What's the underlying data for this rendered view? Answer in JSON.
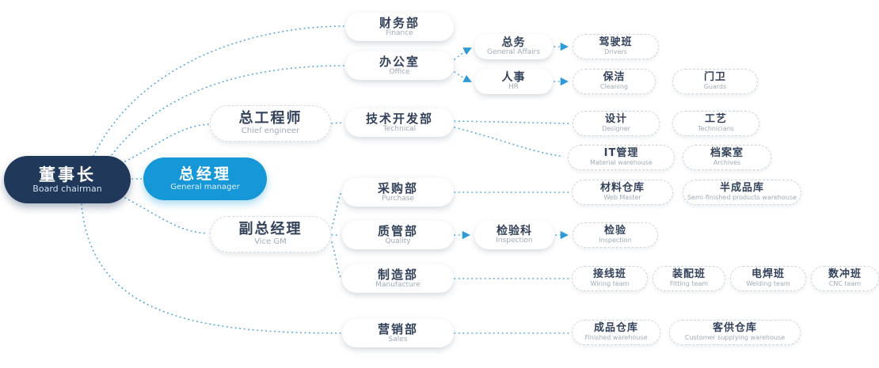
{
  "colors": {
    "root_node_bg": "#20395a",
    "gm_node_bg": "#1697d8",
    "connector_blue": "#46a4da",
    "title_text": "#33425b",
    "subtitle_text": "#9fabb7",
    "node_bg": "#ffffff"
  },
  "nodes": {
    "chairman": {
      "title": "董事长",
      "subtitle": "Board chairman"
    },
    "gm": {
      "title": "总经理",
      "subtitle": "General manager"
    },
    "chief_engineer": {
      "title": "总工程师",
      "subtitle": "Chief engineer"
    },
    "vice_gm": {
      "title": "副总经理",
      "subtitle": "Vice GM"
    },
    "finance": {
      "title": "财务部",
      "subtitle": "Finance"
    },
    "office": {
      "title": "办公室",
      "subtitle": "Office"
    },
    "technical": {
      "title": "技术开发部",
      "subtitle": "Technical"
    },
    "purchase": {
      "title": "采购部",
      "subtitle": "Purchase"
    },
    "quality": {
      "title": "质管部",
      "subtitle": "Quality"
    },
    "manufacture": {
      "title": "制造部",
      "subtitle": "Manufacture"
    },
    "sales": {
      "title": "营销部",
      "subtitle": "Sales"
    },
    "general_affairs": {
      "title": "总务",
      "subtitle": "General Affairs"
    },
    "hr": {
      "title": "人事",
      "subtitle": "HR"
    },
    "inspection_dept": {
      "title": "检验科",
      "subtitle": "Inspection"
    },
    "drivers": {
      "title": "驾驶班",
      "subtitle": "Drivers"
    },
    "cleaning": {
      "title": "保洁",
      "subtitle": "Cleaning"
    },
    "guards": {
      "title": "门卫",
      "subtitle": "Guards"
    },
    "designer": {
      "title": "设计",
      "subtitle": "Designer"
    },
    "technicians": {
      "title": "工艺",
      "subtitle": "Technicians"
    },
    "it_admin": {
      "title": "IT管理",
      "subtitle": "Material warehouse"
    },
    "archives": {
      "title": "档案室",
      "subtitle": "Archives"
    },
    "material_wh": {
      "title": "材料仓库",
      "subtitle": "Web Master"
    },
    "semi_finished_wh": {
      "title": "半成品库",
      "subtitle": "Semi-finished products warehouse"
    },
    "inspection": {
      "title": "检验",
      "subtitle": "Inspection"
    },
    "wiring_team": {
      "title": "接线班",
      "subtitle": "Wiring team"
    },
    "fitting_team": {
      "title": "装配班",
      "subtitle": "Fitting team"
    },
    "welding_team": {
      "title": "电焊班",
      "subtitle": "Welding team"
    },
    "cnc_team": {
      "title": "数冲班",
      "subtitle": "CNC team"
    },
    "finished_wh": {
      "title": "成品仓库",
      "subtitle": "Finished warehouse"
    },
    "customer_wh": {
      "title": "客供仓库",
      "subtitle": "Customer supplying warehouse"
    }
  }
}
